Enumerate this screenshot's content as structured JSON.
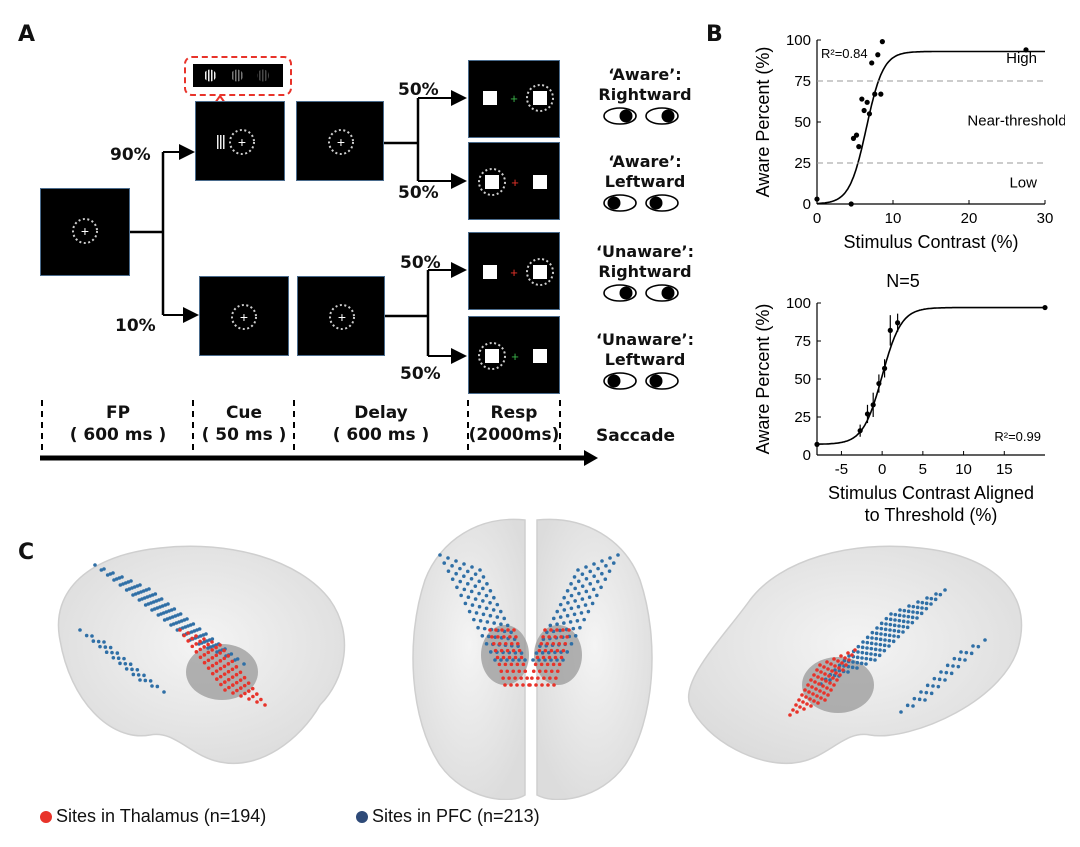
{
  "panels": {
    "a": "A",
    "b": "B",
    "c": "C"
  },
  "task": {
    "split_percent": {
      "high": "90%",
      "low": "10%"
    },
    "resp_split": [
      "50%",
      "50%",
      "50%",
      "50%"
    ],
    "conditions": [
      {
        "line1": "‘Aware’:",
        "line2": "Rightward"
      },
      {
        "line1": "‘Aware’:",
        "line2": "Leftward"
      },
      {
        "line1": "‘Unaware’:",
        "line2": "Rightward"
      },
      {
        "line1": "‘Unaware’:",
        "line2": "Leftward"
      }
    ],
    "timeline": [
      {
        "name": "FP",
        "dur": "( 600 ms )"
      },
      {
        "name": "Cue",
        "dur": "( 50 ms )"
      },
      {
        "name": "Delay",
        "dur": "( 600 ms )"
      },
      {
        "name": "Resp",
        "dur": "(2000ms)"
      }
    ],
    "saccade_label": "Saccade",
    "colors": {
      "fixation_aware": "#3bb54a",
      "fixation_unaware": "#e8332a",
      "inset_border": "#e8332a",
      "screen_border": "#4a6b8c"
    }
  },
  "chart_data": [
    {
      "type": "scatter",
      "title": "",
      "xlabel": "Stimulus Contrast (%)",
      "ylabel": "Aware Percent (%)",
      "xlim": [
        0,
        30
      ],
      "ylim": [
        0,
        100
      ],
      "xticks": [
        "0",
        "10",
        "20",
        "30"
      ],
      "yticks": [
        "0",
        "25",
        "50",
        "75",
        "100"
      ],
      "annotation": "R²=0.84",
      "threshold_lines": [
        25,
        75
      ],
      "regions": [
        "High",
        "Near-threshold",
        "Low"
      ],
      "points": [
        [
          0,
          3
        ],
        [
          4.5,
          0
        ],
        [
          4.8,
          40
        ],
        [
          5.2,
          42
        ],
        [
          5.5,
          35
        ],
        [
          5.9,
          64
        ],
        [
          6.2,
          57
        ],
        [
          6.6,
          62
        ],
        [
          6.9,
          55
        ],
        [
          7.2,
          86
        ],
        [
          7.6,
          67
        ],
        [
          8.0,
          91
        ],
        [
          8.4,
          67
        ],
        [
          8.6,
          99
        ],
        [
          27.5,
          94
        ]
      ],
      "fit": {
        "model": "sigmoid",
        "x0": 6.5,
        "k": 0.9,
        "max": 93
      }
    },
    {
      "type": "line",
      "title": "N=5",
      "xlabel": "Stimulus Contrast Aligned to Threshold (%)",
      "ylabel": "Aware Percent (%)",
      "xlim": [
        -8,
        20
      ],
      "ylim": [
        0,
        100
      ],
      "xticks": [
        "-5",
        "0",
        "5",
        "10",
        "15"
      ],
      "yticks": [
        "0",
        "25",
        "50",
        "75",
        "100"
      ],
      "annotation": "R²=0.99",
      "points": [
        [
          -8,
          7
        ],
        [
          -2.7,
          16
        ],
        [
          -1.8,
          27
        ],
        [
          -1.1,
          33
        ],
        [
          -0.4,
          47
        ],
        [
          0.3,
          57
        ],
        [
          1.0,
          82
        ],
        [
          1.9,
          87
        ],
        [
          20,
          97
        ]
      ],
      "errors": [
        0,
        2,
        3,
        4,
        3,
        3,
        5,
        3,
        0
      ],
      "fit": {
        "model": "sigmoid",
        "x0": 0,
        "k": 0.85,
        "min": 7,
        "max": 97
      }
    }
  ],
  "legend": [
    {
      "label": "Sites in Thalamus (n=194)",
      "color": "#e8332a"
    },
    {
      "label": "Sites in PFC (n=213)",
      "color": "#2e4a78"
    }
  ],
  "electrode_colors": {
    "thalamus": "#e8332a",
    "pfc": "#2f6fa6"
  }
}
